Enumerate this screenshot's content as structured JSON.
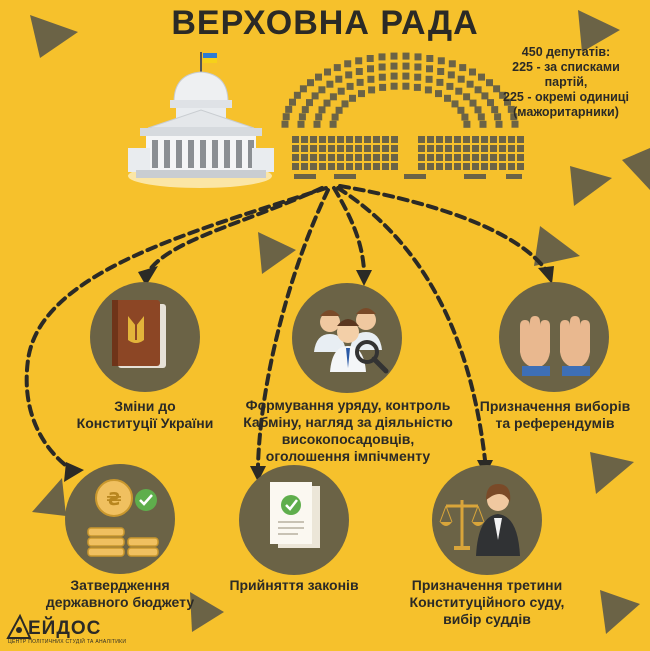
{
  "title": "ВЕРХОВНА РАДА",
  "deputies_info": {
    "line1": "450 депутатів:",
    "line2": "225 - за списками",
    "line3": "партій,",
    "line4": "225 - окремі одиниці",
    "line5": "(мажоритарники)"
  },
  "powers": {
    "constitution": {
      "line1": "Зміни до",
      "line2": "Конституції України"
    },
    "government": {
      "line1": "Формування уряду, контроль",
      "line2": "Кабміну, нагляд за діяльністю",
      "line3": "високопосадовців,",
      "line4": "оголошення імпічменту"
    },
    "elections": {
      "line1": "Призначення виборів",
      "line2": "та референдумів"
    },
    "budget": {
      "line1": "Затвердження",
      "line2": "державного бюджету"
    },
    "laws": {
      "line1": "Прийняття законів"
    },
    "court": {
      "line1": "Призначення третини",
      "line2": "Конституційного суду,",
      "line3": "вибір суддів"
    }
  },
  "logo": {
    "brand": "ЕЙДОС",
    "subtitle": "ЦЕНТР ПОЛІТИЧНИХ СТУДІЙ ТА АНАЛІТИКИ"
  },
  "colors": {
    "background": "#f6c12c",
    "dark": "#6b6346",
    "text": "#2b2a26"
  }
}
